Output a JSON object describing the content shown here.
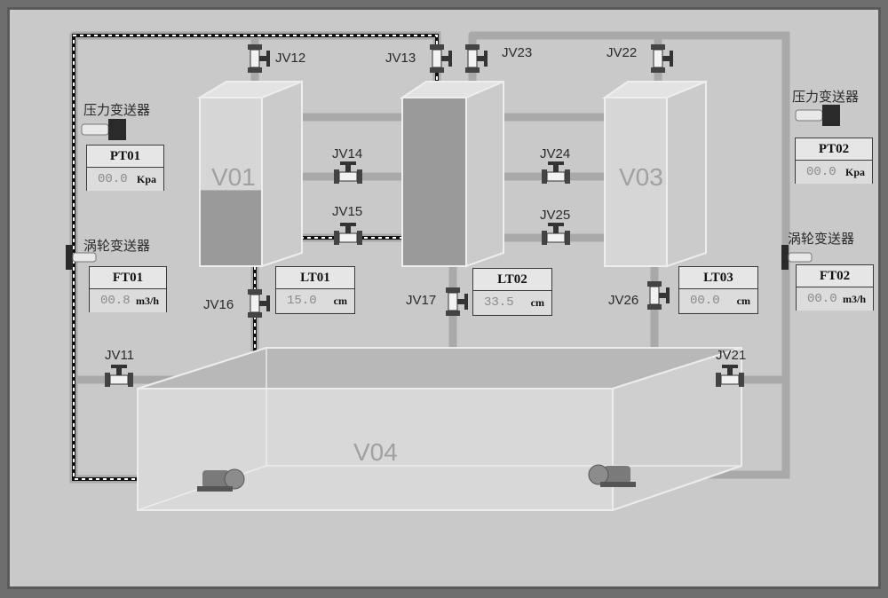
{
  "tanks": {
    "v01": "V01",
    "v02": "",
    "v03": "V03",
    "v04": "V04"
  },
  "valves": {
    "jv11": "JV11",
    "jv12": "JV12",
    "jv13": "JV13",
    "jv14": "JV14",
    "jv15": "JV15",
    "jv16": "JV16",
    "jv17": "JV17",
    "jv21": "JV21",
    "jv22": "JV22",
    "jv23": "JV23",
    "jv24": "JV24",
    "jv25": "JV25",
    "jv26": "JV26"
  },
  "transmitters": {
    "pressure_left": "压力变送器",
    "pressure_right": "压力变送器",
    "flow_left": "涡轮变送器",
    "flow_right": "涡轮变送器"
  },
  "instruments": {
    "pt01": {
      "tag": "PT01",
      "value": "00.0",
      "unit": "Kpa"
    },
    "pt02": {
      "tag": "PT02",
      "value": "00.0",
      "unit": "Kpa"
    },
    "ft01": {
      "tag": "FT01",
      "value": "00.8",
      "unit": "m3/h"
    },
    "ft02": {
      "tag": "FT02",
      "value": "00.0",
      "unit": "m3/h"
    },
    "lt01": {
      "tag": "LT01",
      "value": "15.0",
      "unit": "cm"
    },
    "lt02": {
      "tag": "LT02",
      "value": "33.5",
      "unit": "cm"
    },
    "lt03": {
      "tag": "LT03",
      "value": "00.0",
      "unit": "cm"
    }
  },
  "levels": {
    "v01_fill_fraction": 0.45,
    "v02_fill_fraction": 1.0,
    "v03_fill_fraction": 0.0
  },
  "colors": {
    "panel": "#c9c9c9",
    "pipe": "#a8a8a8",
    "water": "#9a9a9a",
    "active_flow": "#111111"
  }
}
